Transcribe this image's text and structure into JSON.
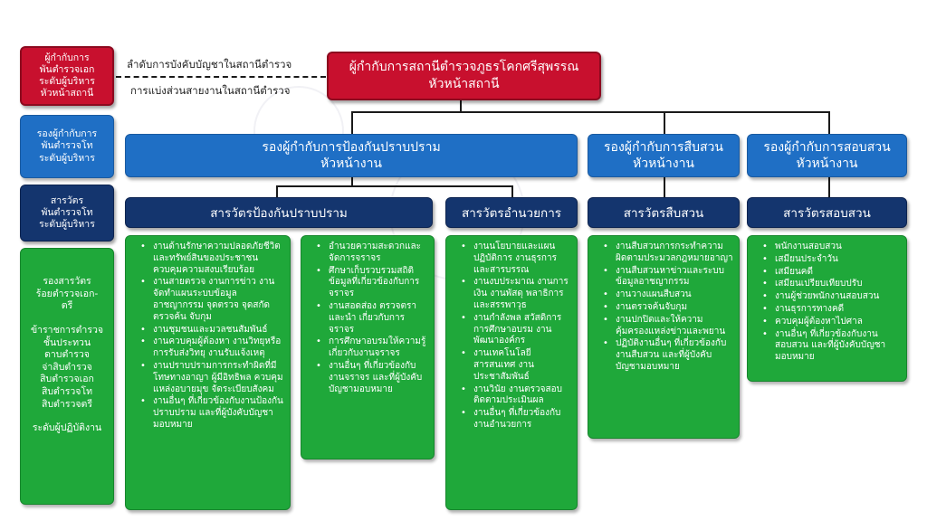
{
  "legend": {
    "command_line": "ลำดับการบังคับบัญชาในสถานีตำรวจ",
    "division_line": "การแบ่งส่วนสายงานในสถานีตำรวจ"
  },
  "left_column": {
    "exec_level": [
      "ผู้กำกับการ",
      "พันตำรวจเอก",
      "ระดับผู้บริหาร",
      "หัวหน้าสถานี"
    ],
    "deputy_level": [
      "รองผู้กำกับการ",
      "พันตำรวจโท",
      "ระดับผู้บริหาร"
    ],
    "inspector_level": [
      "สารวัตร",
      "พันตำรวจโท",
      "ระดับผู้บริหาร"
    ],
    "operators": {
      "group1": [
        "รองสารวัตร",
        "ร้อยตำรวจเอก-",
        "ตรี"
      ],
      "group2": [
        "ข้าราชการตำรวจ",
        "ชั้นประทวน",
        "ดาบตำรวจ",
        "จ่าสิบตำรวจ",
        "สิบตำรวจเอก",
        "สิบตำรวจโท",
        "สิบตำรวจตรี"
      ],
      "group3": [
        "ระดับผู้ปฏิบัติงาน"
      ]
    }
  },
  "top": {
    "line1": "ผู้กำกับการสถานีตำรวจภูธรโคกศรีสุพรรณ",
    "line2": "หัวหน้าสถานี"
  },
  "deputies": {
    "prevention": [
      "รองผู้กำกับการป้องกันปราบปราม",
      "หัวหน้างาน"
    ],
    "investigation": [
      "รองผู้กำกับการสืบสวน",
      "หัวหน้างาน"
    ],
    "inquiry": [
      "รองผู้กำกับการสอบสวน",
      "หัวหน้างาน"
    ]
  },
  "inspectors": {
    "prevention": "สารวัตรป้องกันปราบปราม",
    "admin": "สารวัตรอำนวยการ",
    "investigation": "สารวัตรสืบสวน",
    "inquiry": "สารวัตรสอบสวน"
  },
  "duties": {
    "prevention_a": [
      "งานด้านรักษาความปลอดภัยชีวิต และทรัพย์สินของประชาชน ควบคุมความสงบเรียบร้อย",
      "งานสายตรวจ งานการข่าว งานจัดทำแผนระบบข้อมูลอาชญากรรม จุดตรวจ จุดสกัด ตรวจค้น จับกุม",
      "งานชุมชนและมวลชนสัมพันธ์",
      "งานควบคุมผู้ต้องหา งานวิทยุหรือการรับส่งวิทยุ งานรับแจ้งเหตุ",
      "งานปราบปรามการกระทำผิดที่มีโทษทางอาญา ผู้มีอิทธิพล ควบคุมแหล่งอบายมุข จัดระเบียบสังคม",
      "งานอื่นๆ ที่เกี่ยวข้องกับงานป้องกันปราบปราม และที่ผู้บังคับบัญชามอบหมาย"
    ],
    "prevention_b": [
      "อำนวยความสะดวกและจัดการจราจร",
      "ศึกษาเก็บรวบรวมสถิติข้อมูลที่เกี่ยวข้องกับการจราจร",
      "งานสอดส่อง ตรวจตราและนำ เกี่ยวกับการจราจร",
      "การศึกษาอบรมให้ความรู้เกี่ยวกับงานจราจร",
      "งานอื่นๆ ที่เกี่ยวข้องกับงานจราจร และที่ผู้บังคับบัญชามอบหมาย"
    ],
    "admin": [
      "งานนโยบายและแผนปฏิบัติการ งานธุรการและสารบรรณ",
      "งานงบประมาณ งานการเงิน งานพัสดุ พลาธิการและสรรพาวุธ",
      "งานกำลังพล สวัสดิการ การศึกษาอบรม งานพัฒนาองค์กร",
      "งานเทคโนโลยีสารสนเทศ งานประชาสัมพันธ์",
      "งานวินัย งานตรวจสอบ ติดตามประเมินผล",
      "งานอื่นๆ ที่เกี่ยวข้องกับงานอำนวยการ"
    ],
    "investigation": [
      "งานสืบสวนการกระทำความผิดตามประมวลกฎหมายอาญา",
      "งานสืบสวนหาข่าวและระบบข้อมูลอาชญากรรม",
      "งานวางแผนสืบสวน",
      "งานตรวจค้นจับกุม",
      "งานปกปิดและให้ความคุ้มครองแหล่งข่าวและพยาน",
      "ปฏิบัติงานอื่นๆ ที่เกี่ยวข้องกับงานสืบสวน และที่ผู้บังคับบัญชามอบหมาย"
    ],
    "inquiry": [
      "พนักงานสอบสวน",
      "เสมียนประจำวัน",
      "เสมียนคดี",
      "เสมียนเปรียบเทียบปรับ",
      "งานผู้ช่วยพนักงานสอบสวน",
      "งานธุรการทางคดี",
      "ควบคุมผู้ต้องหาไปศาล",
      "งานอื่นๆ ที่เกี่ยวข้องกับงานสอบสวน และที่ผู้บังคับบัญชามอบหมาย"
    ]
  }
}
